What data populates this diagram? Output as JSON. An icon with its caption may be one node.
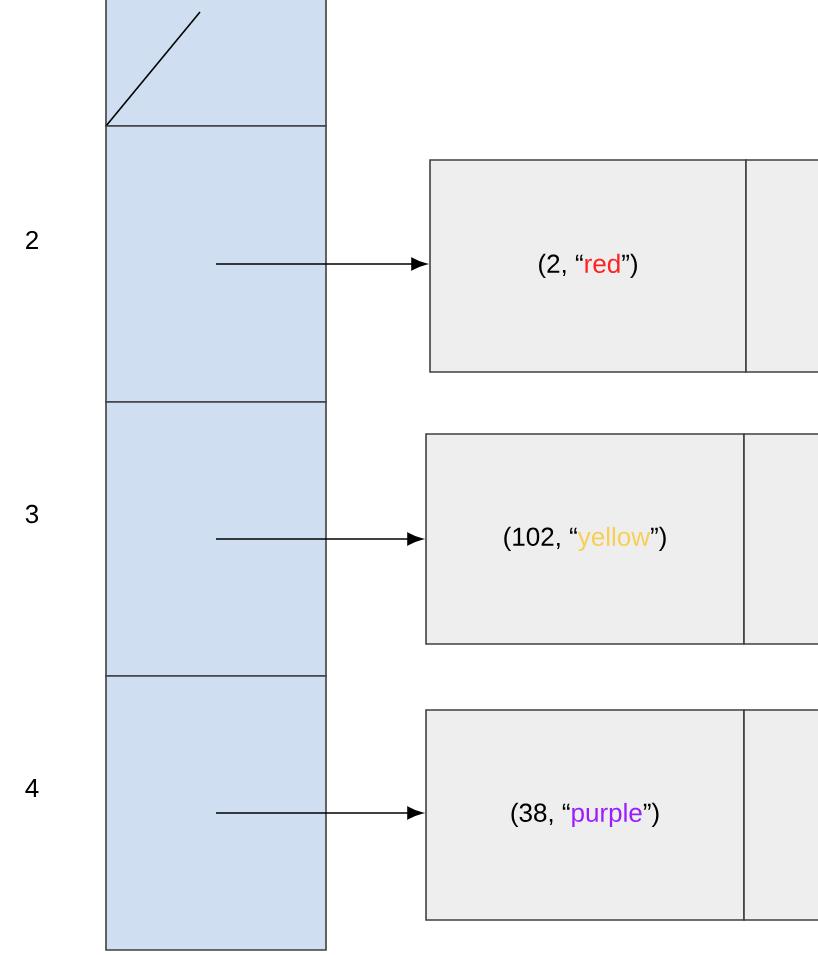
{
  "diagram": {
    "nodes": [
      {
        "text": [],
        "shape": "box"
      },
      {
        "text": [],
        "shape": "box"
      },
      {
        "text": [],
        "shape": "box"
      },
      {
        "text": [],
        "shape": "box"
      },
      {
        "text": [
          "(2, “",
          "red",
          "”)"
        ]
      },
      {
        "text": [],
        "shape": "box"
      },
      {
        "text": [
          "(102, “",
          "yellow",
          "”)"
        ]
      },
      {
        "text": [],
        "shape": "box"
      },
      {
        "text": [
          "(38, “",
          "purple",
          "”)"
        ]
      },
      {
        "text": [],
        "shape": "box"
      }
    ],
    "edges": [
      {
        "from": 1,
        "to": 4,
        "arrow": "to"
      },
      {
        "from": 2,
        "to": 6,
        "arrow": "to"
      },
      {
        "from": 3,
        "to": 8,
        "arrow": "to"
      }
    ],
    "labels": [
      "2",
      "3",
      "4"
    ]
  }
}
